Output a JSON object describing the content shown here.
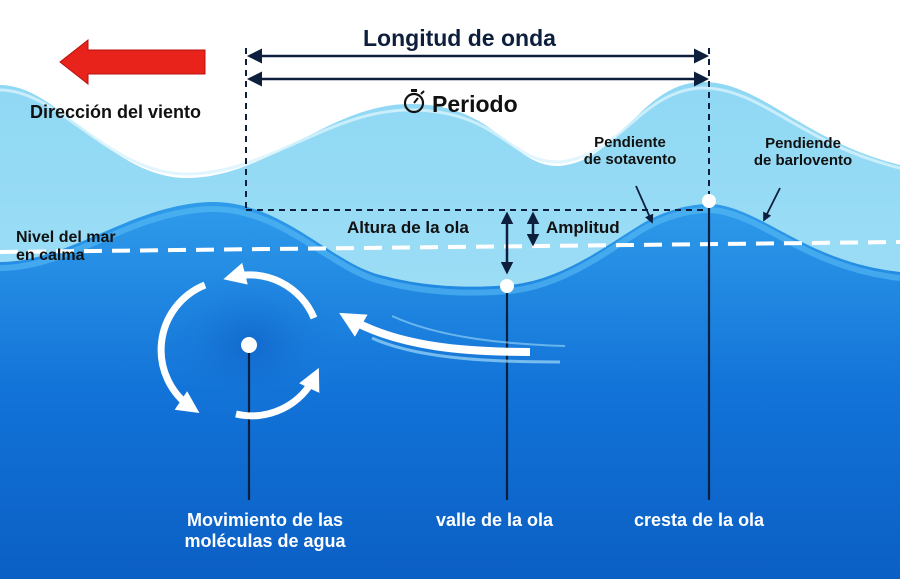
{
  "labels": {
    "wavelength": "Longitud de onda",
    "period": "Periodo",
    "wind_direction": "Dirección del viento",
    "leeward_slope": [
      "Pendiente",
      "de sotavento"
    ],
    "windward_slope": [
      "Pendiende",
      "de barlovento"
    ],
    "calm_sea_level": [
      "Nivel del mar",
      "en calma"
    ],
    "wave_height": "Altura de la ola",
    "amplitude": "Amplitud",
    "molecule_motion": [
      "Movimiento de las",
      "moléculas de agua"
    ],
    "wave_trough": "valle de la ola",
    "wave_crest": "cresta de la ola"
  },
  "icons": {
    "wind_arrow": "left-arrow-icon",
    "period": "stopwatch-icon",
    "orbit": "circular-arrows-icon"
  },
  "colors": {
    "sky": "#ffffff",
    "back_wave": "#7fd2f2",
    "front_wave": "#2e9be8",
    "deep_water": "#1070d6",
    "navy_lines": "#0d1f3d",
    "wind_arrow": "#e8231b",
    "white": "#ffffff"
  }
}
